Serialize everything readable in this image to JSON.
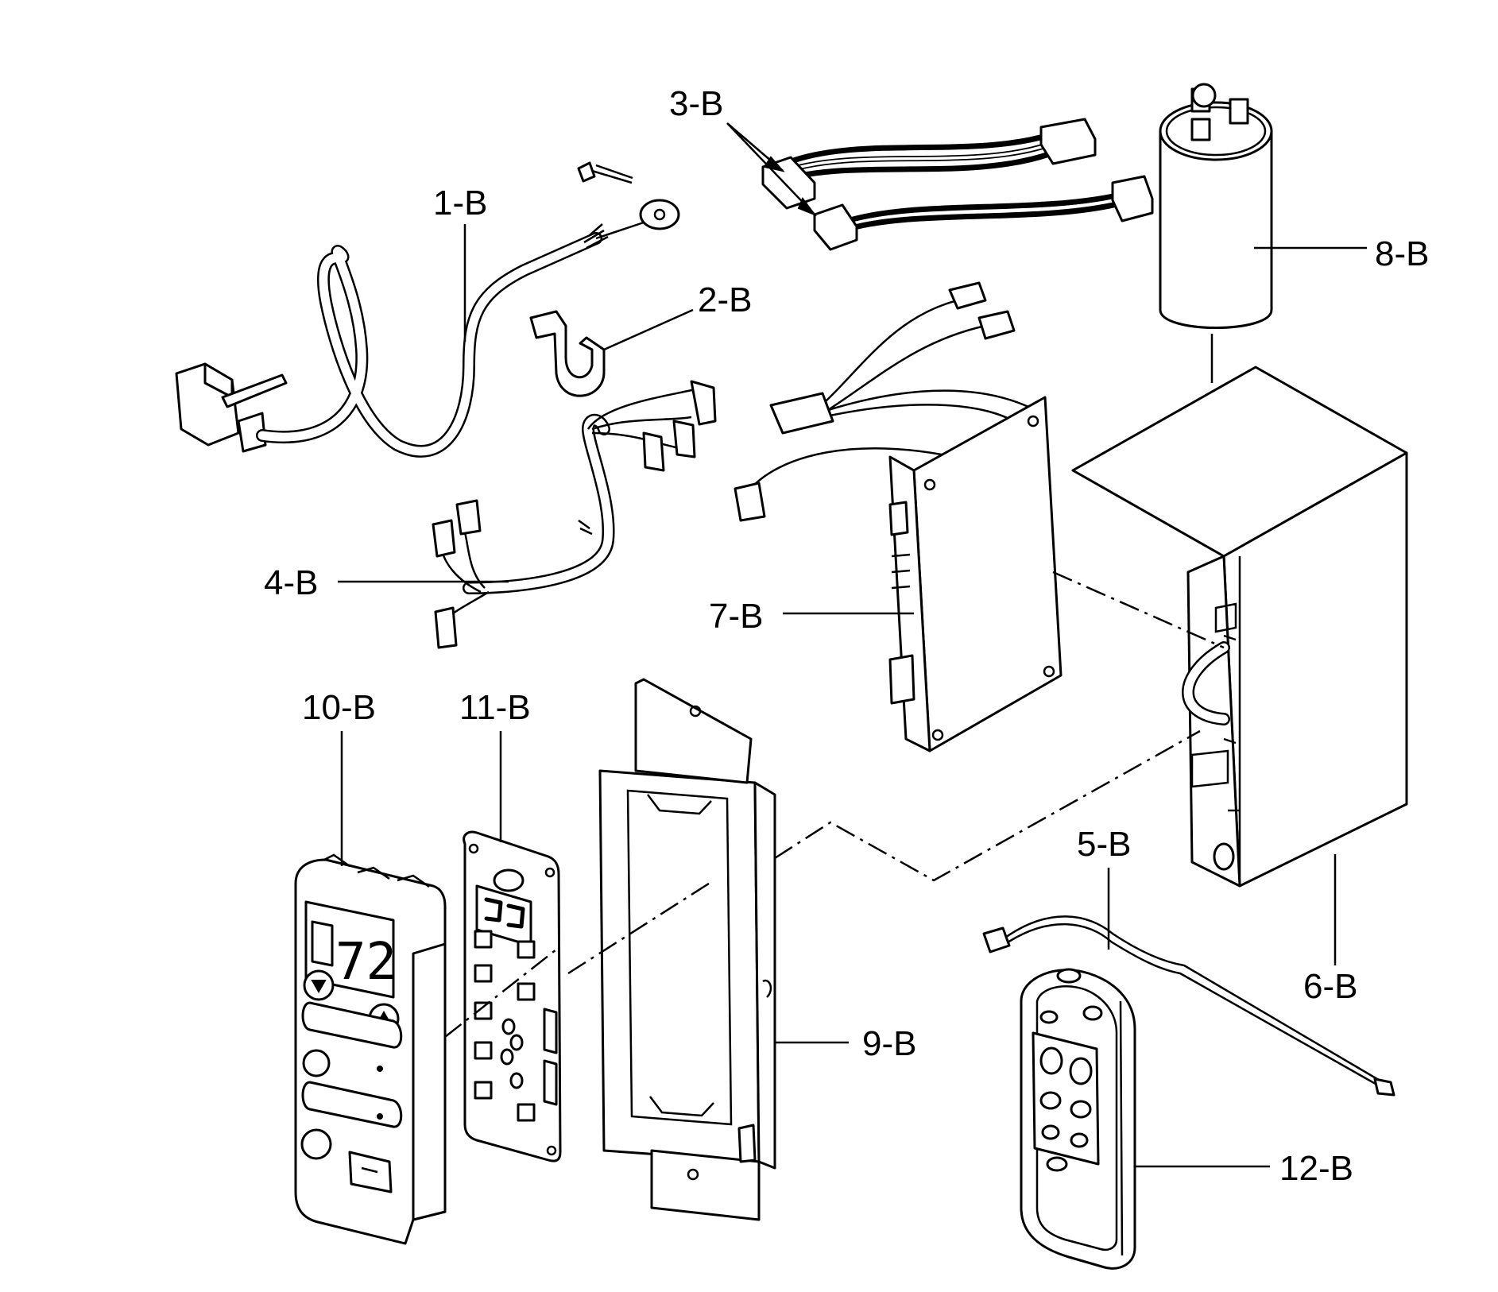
{
  "labels": {
    "power_cord": "1-B",
    "cord_clamp": "2-B",
    "wire_harness_connector": "3-B",
    "wire_harness_terminals": "4-B",
    "thermistor_sensor": "5-B",
    "control_box": "6-B",
    "main_pcb": "7-B",
    "capacitor": "8-B",
    "panel_bracket": "9-B",
    "control_panel": "10-B",
    "display_pcb": "11-B",
    "remote_control": "12-B"
  },
  "display": {
    "temperature": "72"
  }
}
